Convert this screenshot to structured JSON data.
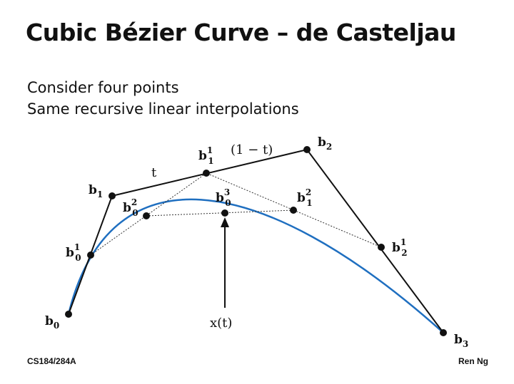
{
  "slide": {
    "title": "Cubic Bézier Curve – de Casteljau",
    "bullets": [
      "Consider four points",
      "Same recursive linear interpolations"
    ],
    "footer_left": "CS184/284A",
    "footer_right": "Ren Ng"
  },
  "diagram": {
    "labels": {
      "b0": {
        "base": "b",
        "sub": "0",
        "sup": ""
      },
      "b1": {
        "base": "b",
        "sub": "1",
        "sup": ""
      },
      "b2": {
        "base": "b",
        "sub": "2",
        "sup": ""
      },
      "b3": {
        "base": "b",
        "sub": "3",
        "sup": ""
      },
      "b01": {
        "base": "b",
        "sub": "0",
        "sup": "1"
      },
      "b11": {
        "base": "b",
        "sub": "1",
        "sup": "1"
      },
      "b21": {
        "base": "b",
        "sub": "2",
        "sup": "1"
      },
      "b02": {
        "base": "b",
        "sub": "0",
        "sup": "2"
      },
      "b12": {
        "base": "b",
        "sub": "1",
        "sup": "2"
      },
      "b03": {
        "base": "b",
        "sub": "0",
        "sup": "3"
      }
    },
    "param_t": "t",
    "param_one_minus_t": "(1 − t)",
    "curve_label": "x(t)",
    "colors": {
      "curve": "#1f6fc0",
      "polygon": "#111111",
      "construction": "#333333"
    }
  }
}
